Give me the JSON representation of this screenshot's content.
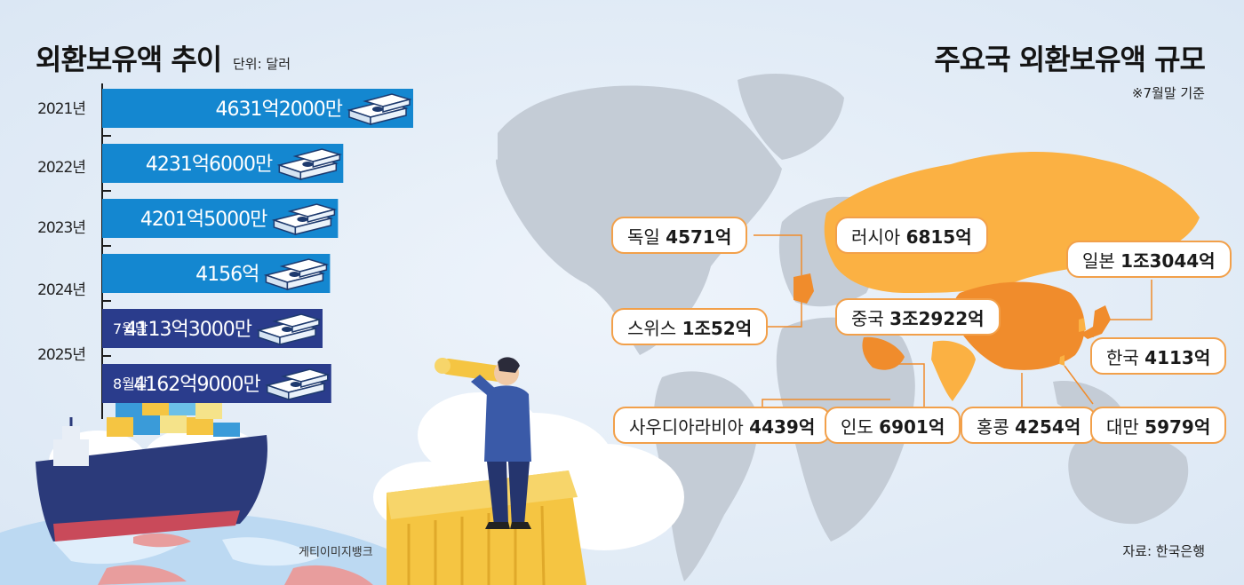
{
  "left_title": "외환보유액 추이",
  "unit": "단위: 달러",
  "right_title": "주요국 외환보유액 규모",
  "basis_note": "※7월말 기준",
  "source": "자료: 한국은행",
  "image_credit": "게티이미지뱅크",
  "colors": {
    "annual_bar": "#1487d0",
    "monthly_bar": "#2a3c8c",
    "highlight_country": "#f59a36",
    "callout_border": "#f2a04a"
  },
  "chart_data": [
    {
      "type": "bar",
      "orientation": "horizontal",
      "title": "외환보유액 추이",
      "unit": "단위: 달러",
      "year_labels": [
        "2021년",
        "2022년",
        "2023년",
        "2024년",
        "2025년"
      ],
      "bars": [
        {
          "label": "",
          "value_label": "4631억2000만",
          "value": 4631.2,
          "kind": "annual"
        },
        {
          "label": "",
          "value_label": "4231억6000만",
          "value": 4231.6,
          "kind": "annual"
        },
        {
          "label": "",
          "value_label": "4201억5000만",
          "value": 4201.5,
          "kind": "annual"
        },
        {
          "label": "",
          "value_label": "4156억",
          "value": 4156.0,
          "kind": "annual"
        },
        {
          "label": "7월말",
          "value_label": "4113억3000만",
          "value": 4113.3,
          "kind": "monthly"
        },
        {
          "label": "8월말",
          "value_label": "4162억9000만",
          "value": 4162.9,
          "kind": "monthly"
        }
      ]
    },
    {
      "type": "map",
      "title": "주요국 외환보유액 규모",
      "note": "※7월말 기준",
      "countries": [
        {
          "name": "독일",
          "value_label": "4571억"
        },
        {
          "name": "스위스",
          "value_label": "1조52억"
        },
        {
          "name": "러시아",
          "value_label": "6815억"
        },
        {
          "name": "중국",
          "value_label": "3조2922억"
        },
        {
          "name": "일본",
          "value_label": "1조3044억"
        },
        {
          "name": "한국",
          "value_label": "4113억"
        },
        {
          "name": "사우디아라비아",
          "value_label": "4439억"
        },
        {
          "name": "인도",
          "value_label": "6901억"
        },
        {
          "name": "홍콩",
          "value_label": "4254억"
        },
        {
          "name": "대만",
          "value_label": "5979억"
        }
      ]
    }
  ]
}
